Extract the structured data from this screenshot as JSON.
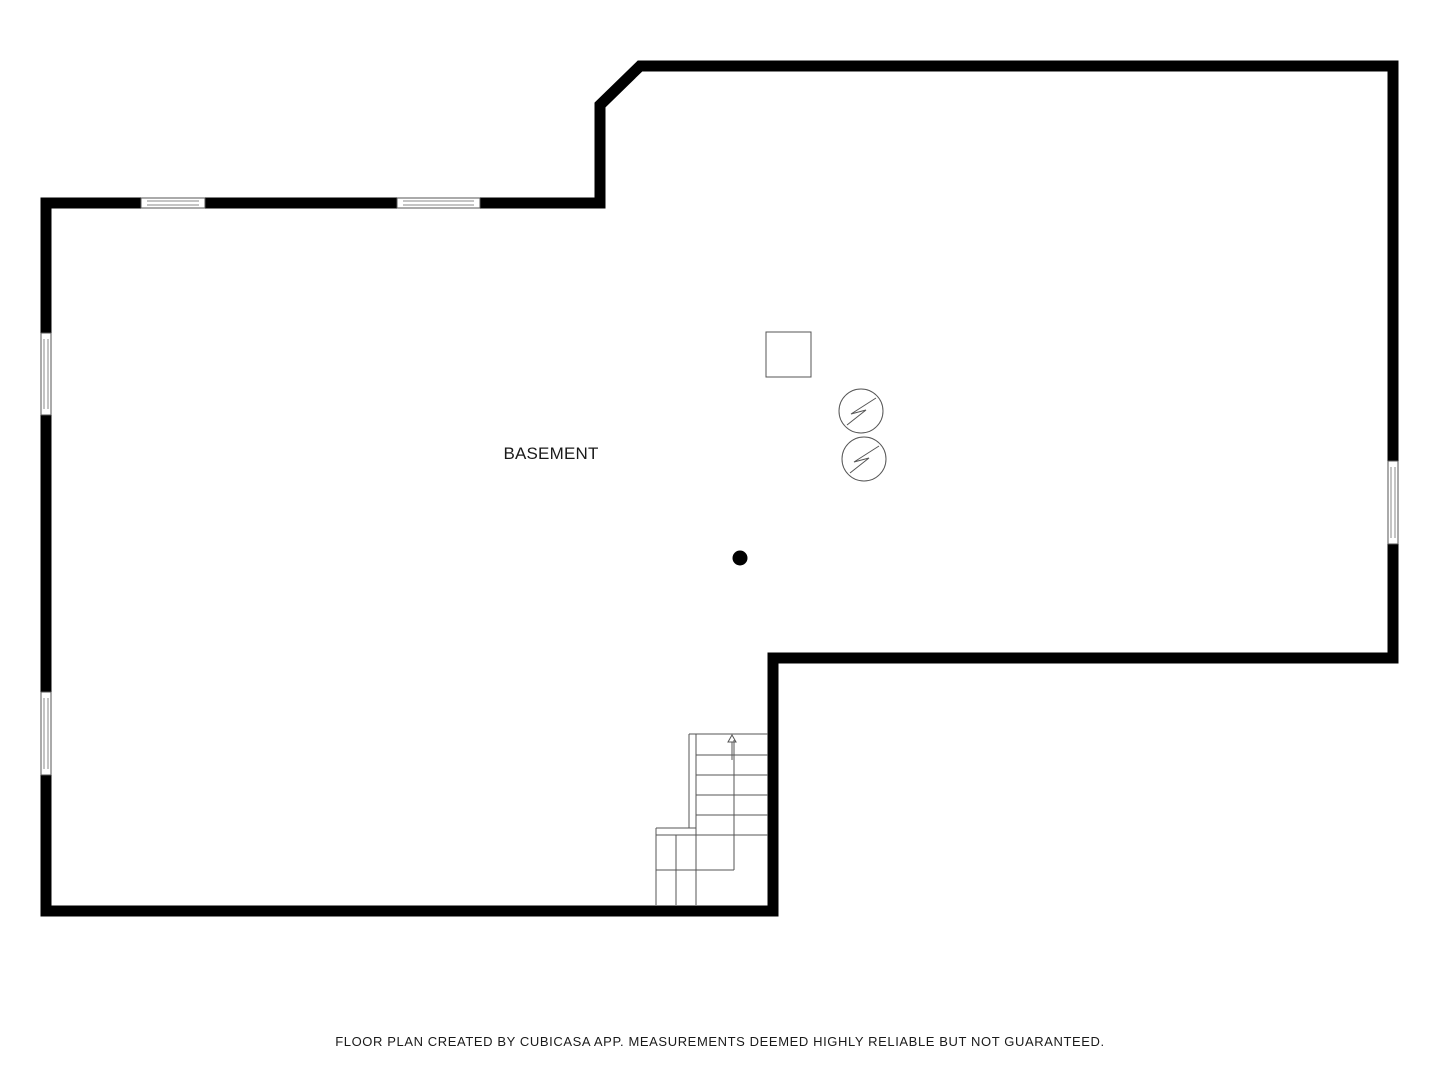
{
  "plan": {
    "room_label": "BASEMENT",
    "footer": "FLOOR PLAN CREATED BY CUBICASA APP. MEASUREMENTS DEEMED HIGHLY RELIABLE BUT NOT GUARANTEED."
  },
  "colors": {
    "wall": "#000000",
    "background": "#ffffff",
    "fixture": "#555555"
  },
  "icons": {
    "water-heater": "circle-with-lightning-glyph",
    "support-column": "filled-dot"
  }
}
